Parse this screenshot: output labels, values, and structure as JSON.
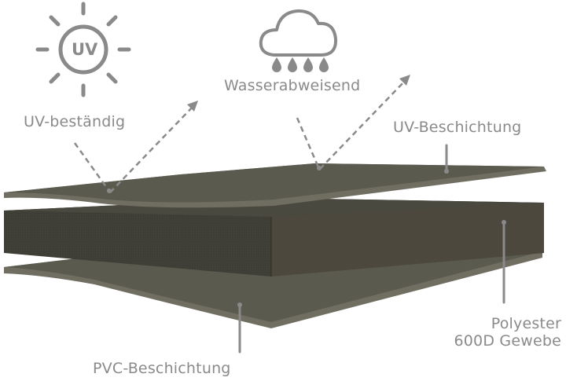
{
  "icons": {
    "sun": {
      "name": "sun-uv-icon",
      "text": "UV"
    },
    "cloud": {
      "name": "rain-cloud-icon"
    }
  },
  "labels": {
    "uv_resistant": "UV-beständig",
    "water_repellent": "Wasserabweisend",
    "uv_coating": "UV-Beschichtung",
    "polyester_line1": "Polyester",
    "polyester_line2": "600D Gewebe",
    "pvc_coating": "PVC-Beschichtung"
  },
  "colors": {
    "label_grey": "#8a8a8a",
    "layer_olive": "#5b5a4f",
    "layer_edge": "#6f6e61",
    "fabric_dark": "#3e3d35"
  }
}
